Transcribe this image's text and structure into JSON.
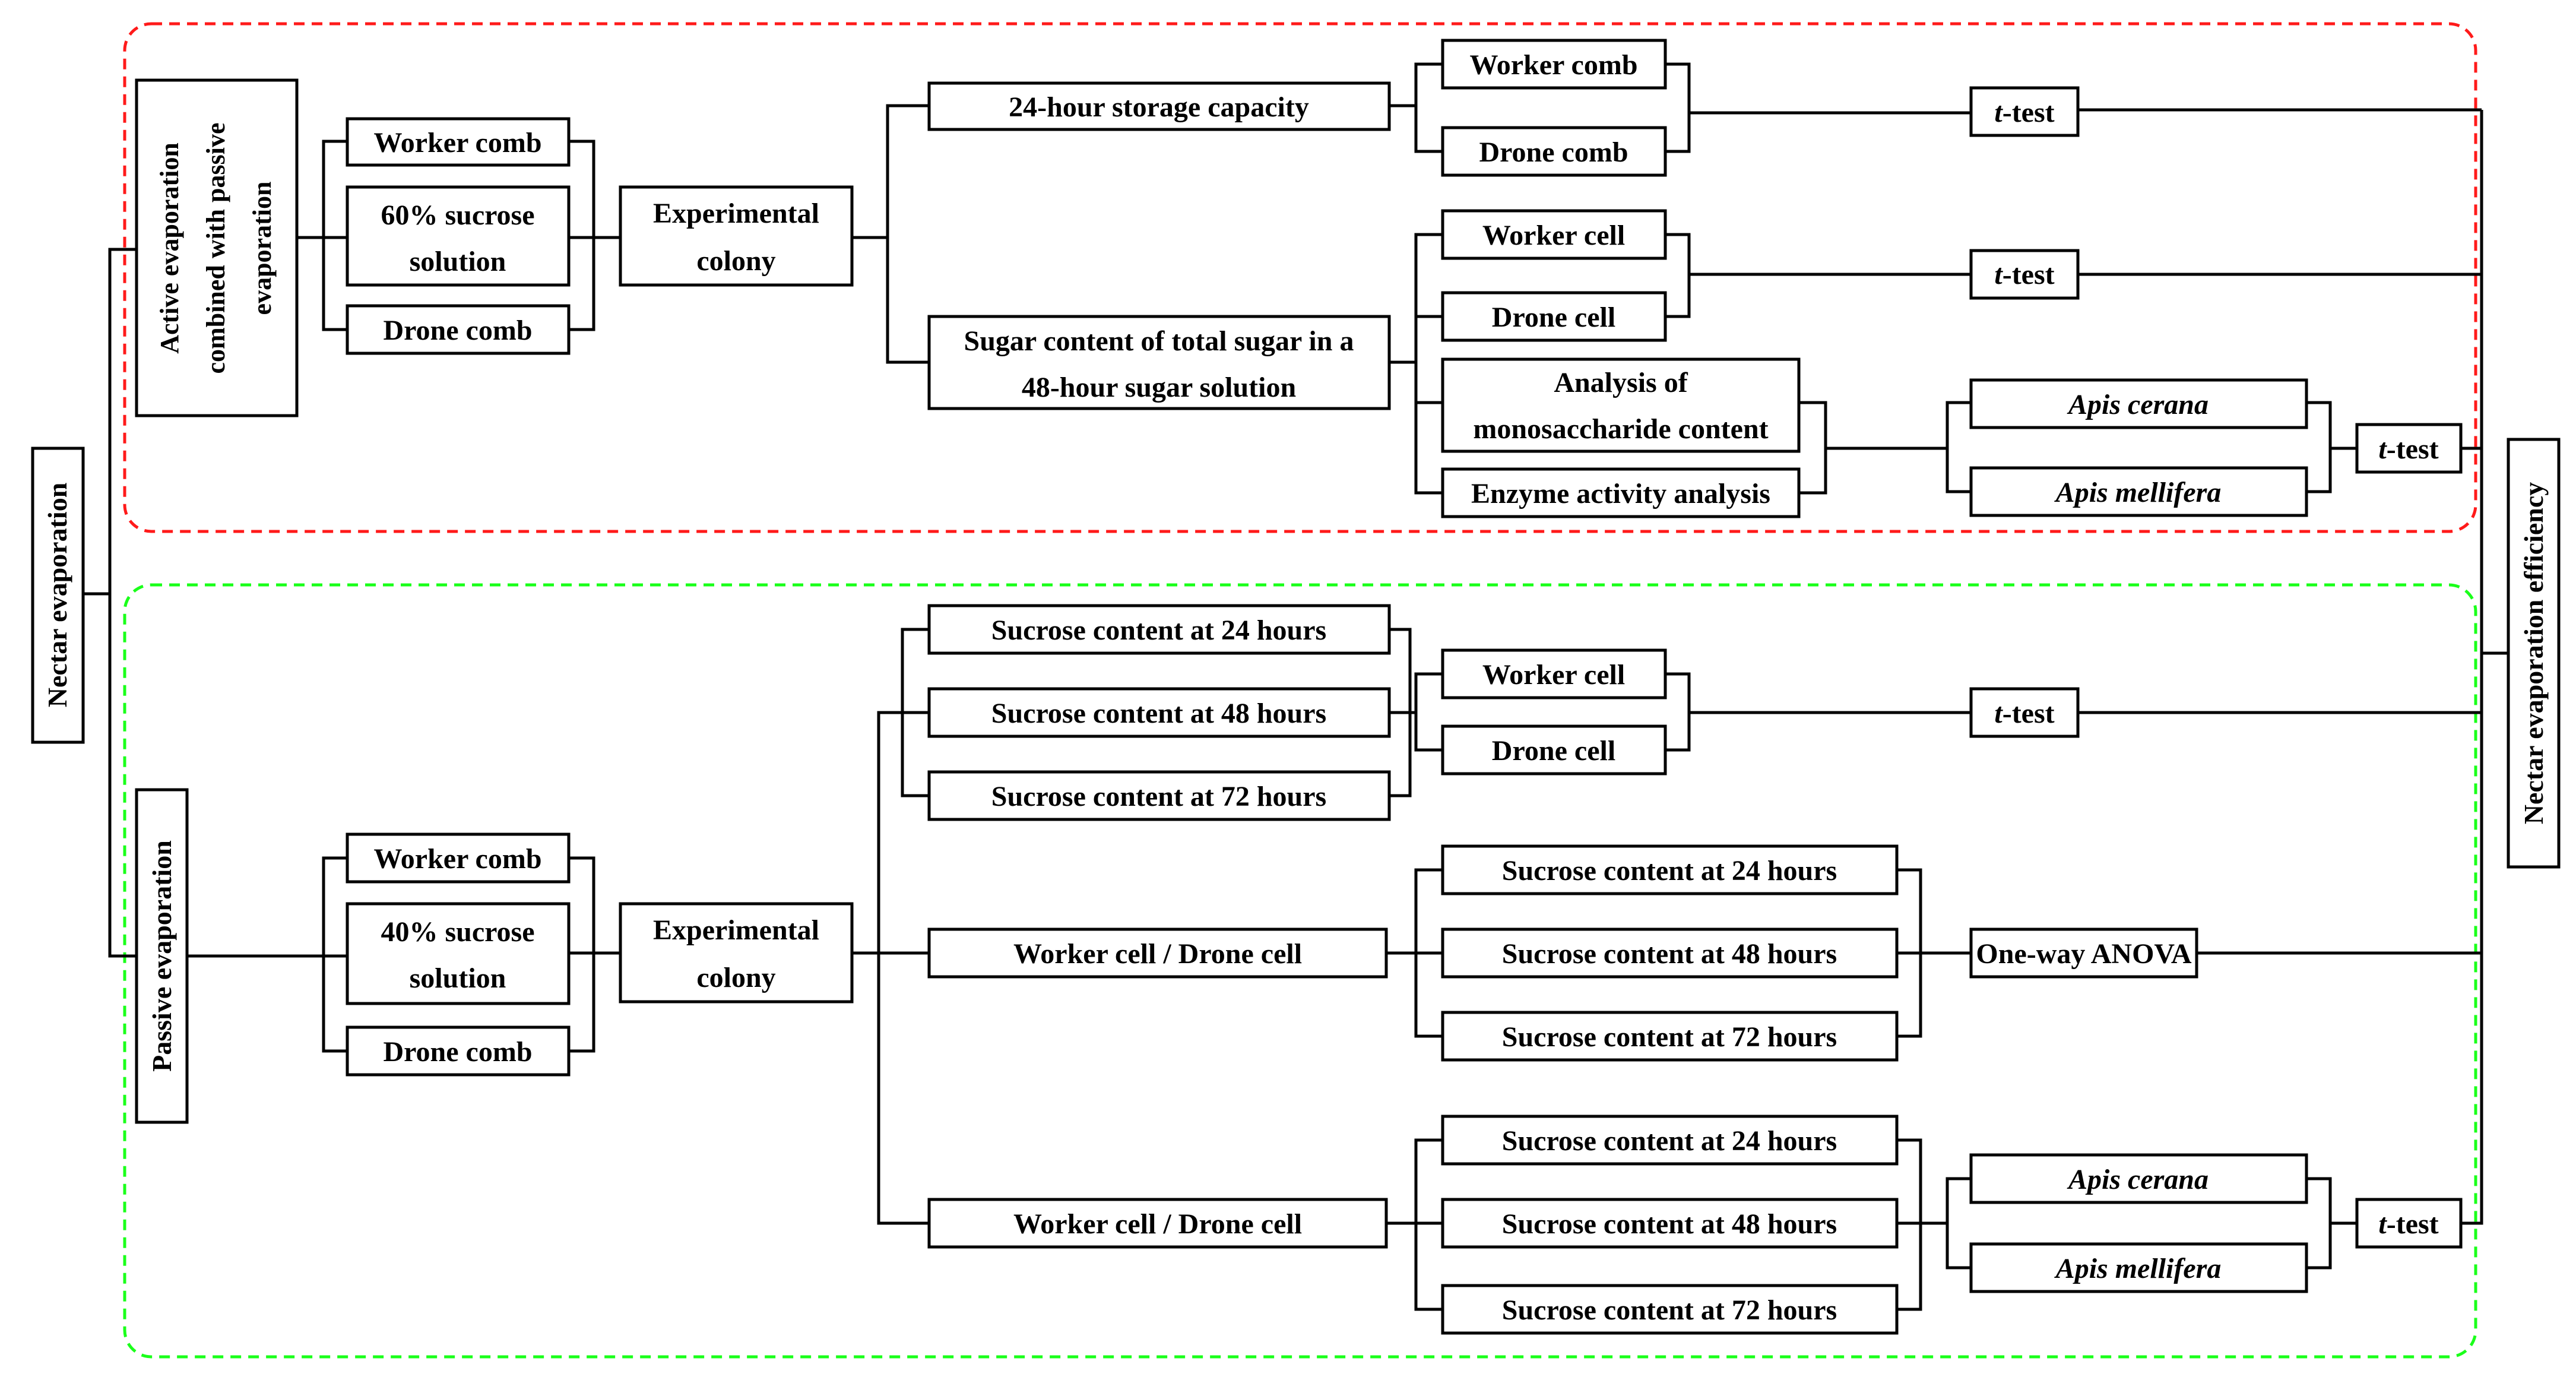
{
  "colors": {
    "active_group_border": "#ff1a1a",
    "passive_group_border": "#1aff1a",
    "line": "#000000"
  },
  "root": "Nectar evaporation",
  "outcome": "Nectar evaporation efficiency",
  "active": {
    "title_line1": "Active evaporation",
    "title_line2": "combined with passive",
    "title_line3": "evaporation",
    "worker_comb": "Worker comb",
    "solution_line1": "60% sucrose",
    "solution_line2": "solution",
    "drone_comb": "Drone comb",
    "colony_line1": "Experimental",
    "colony_line2": "colony",
    "storage": "24-hour storage capacity",
    "storage_worker": "Worker comb",
    "storage_drone": "Drone comb",
    "storage_test": "t-test",
    "sugar_line1": "Sugar content of total sugar in a",
    "sugar_line2": "48-hour sugar solution",
    "worker_cell": "Worker cell",
    "drone_cell": "Drone cell",
    "cell_test": "t-test",
    "mono_line1": "Analysis of",
    "mono_line2": "monosaccharide content",
    "enzyme": "Enzyme activity analysis",
    "apis_cerana": "Apis cerana",
    "apis_mellifera": "Apis mellifera",
    "species_test": "t-test"
  },
  "passive": {
    "title": "Passive evaporation",
    "worker_comb": "Worker comb",
    "solution_line1": "40% sucrose",
    "solution_line2": "solution",
    "drone_comb": "Drone comb",
    "colony_line1": "Experimental",
    "colony_line2": "colony",
    "s24": "Sucrose content at 24 hours",
    "s48": "Sucrose content at 48 hours",
    "s72": "Sucrose content at 72 hours",
    "worker_cell": "Worker cell",
    "drone_cell": "Drone cell",
    "cell_test": "t-test",
    "wd1": "Worker cell / Drone cell",
    "wd1_s24": "Sucrose content at 24 hours",
    "wd1_s48": "Sucrose content at 48 hours",
    "wd1_s72": "Sucrose content at 72 hours",
    "anova": "One-way ANOVA",
    "wd2": "Worker cell / Drone cell",
    "wd2_s24": "Sucrose content at 24 hours",
    "wd2_s48": "Sucrose content at 48 hours",
    "wd2_s72": "Sucrose content at 72 hours",
    "apis_cerana": "Apis cerana",
    "apis_mellifera": "Apis mellifera",
    "species_test": "t-test"
  }
}
